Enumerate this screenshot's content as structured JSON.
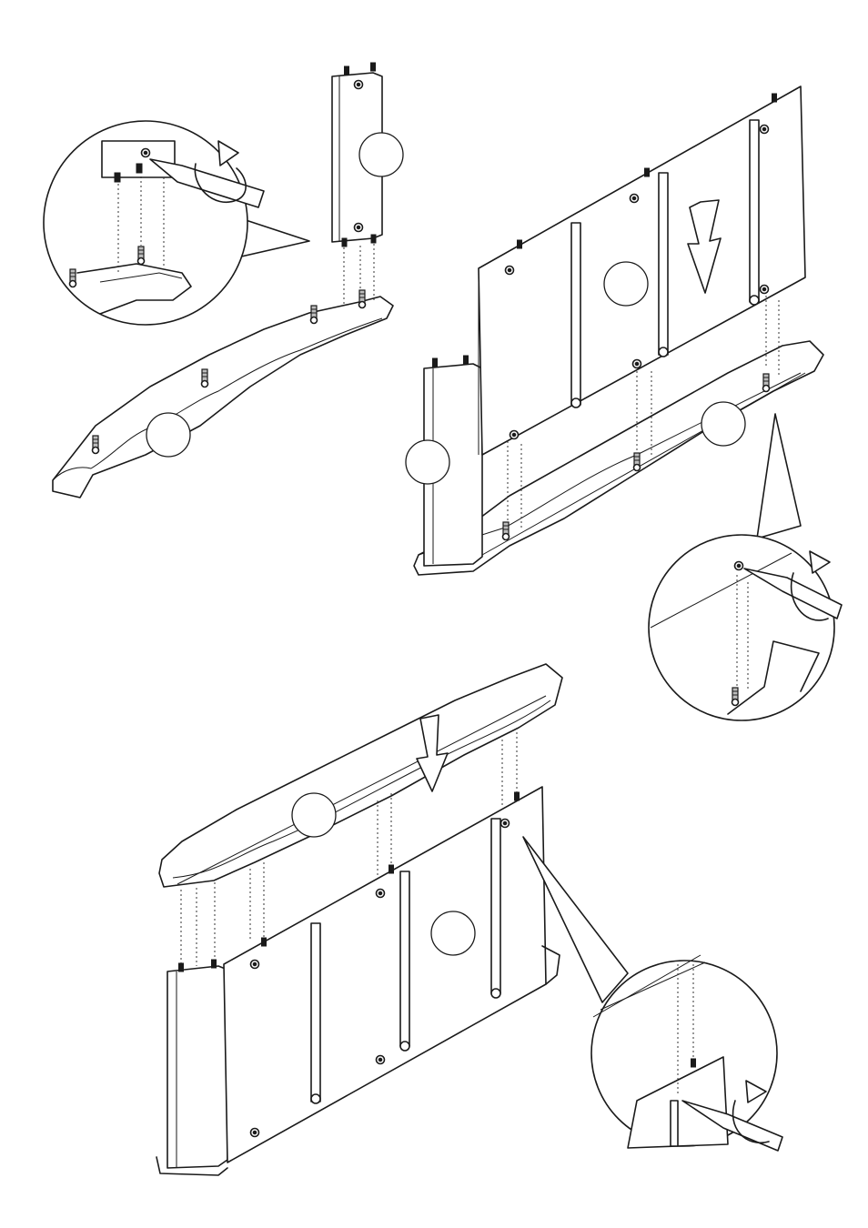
{
  "diagram": {
    "steps": [
      {
        "id": "step-a",
        "description_bubble": ""
      },
      {
        "id": "step-b",
        "description_bubble": ""
      },
      {
        "id": "step-c",
        "description_bubble": ""
      }
    ],
    "icons": [
      "screwdriver-icon",
      "rotate-arrow-icon",
      "down-arrow-icon",
      "cam-bolt-icon",
      "dowel-icon"
    ],
    "colors": {
      "line": "#1a1a1a",
      "background": "#ffffff",
      "fill": "#ffffff"
    }
  }
}
